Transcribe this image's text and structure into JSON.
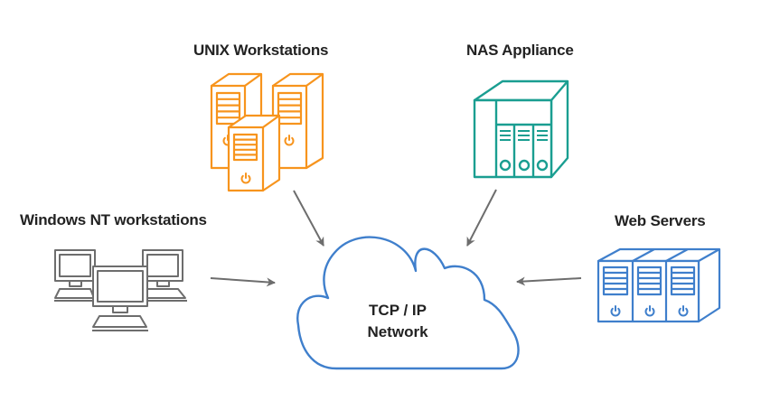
{
  "diagram": {
    "title": "TCP/IP network topology",
    "colors": {
      "unix": "#F7941D",
      "nas": "#1A9E91",
      "windows": "#6D6D6D",
      "web": "#3F7FCC",
      "cloud": "#3F7FCC",
      "arrow": "#6D6D6D",
      "text": "#222222"
    },
    "nodes": {
      "unix": {
        "label": "UNIX Workstations",
        "icon": "server-tower-icon",
        "count": 3
      },
      "nas": {
        "label": "NAS Appliance",
        "icon": "nas-appliance-icon",
        "bays": 3
      },
      "windows": {
        "label": "Windows NT workstations",
        "icon": "desktop-computer-icon",
        "count": 3
      },
      "web": {
        "label": "Web Servers",
        "icon": "server-rack-icon",
        "count": 3
      }
    },
    "network": {
      "line1": "TCP / IP",
      "line2": "Network",
      "icon": "cloud-icon"
    },
    "edges": [
      {
        "from": "unix",
        "to": "network"
      },
      {
        "from": "nas",
        "to": "network"
      },
      {
        "from": "windows",
        "to": "network"
      },
      {
        "from": "web",
        "to": "network"
      }
    ]
  }
}
